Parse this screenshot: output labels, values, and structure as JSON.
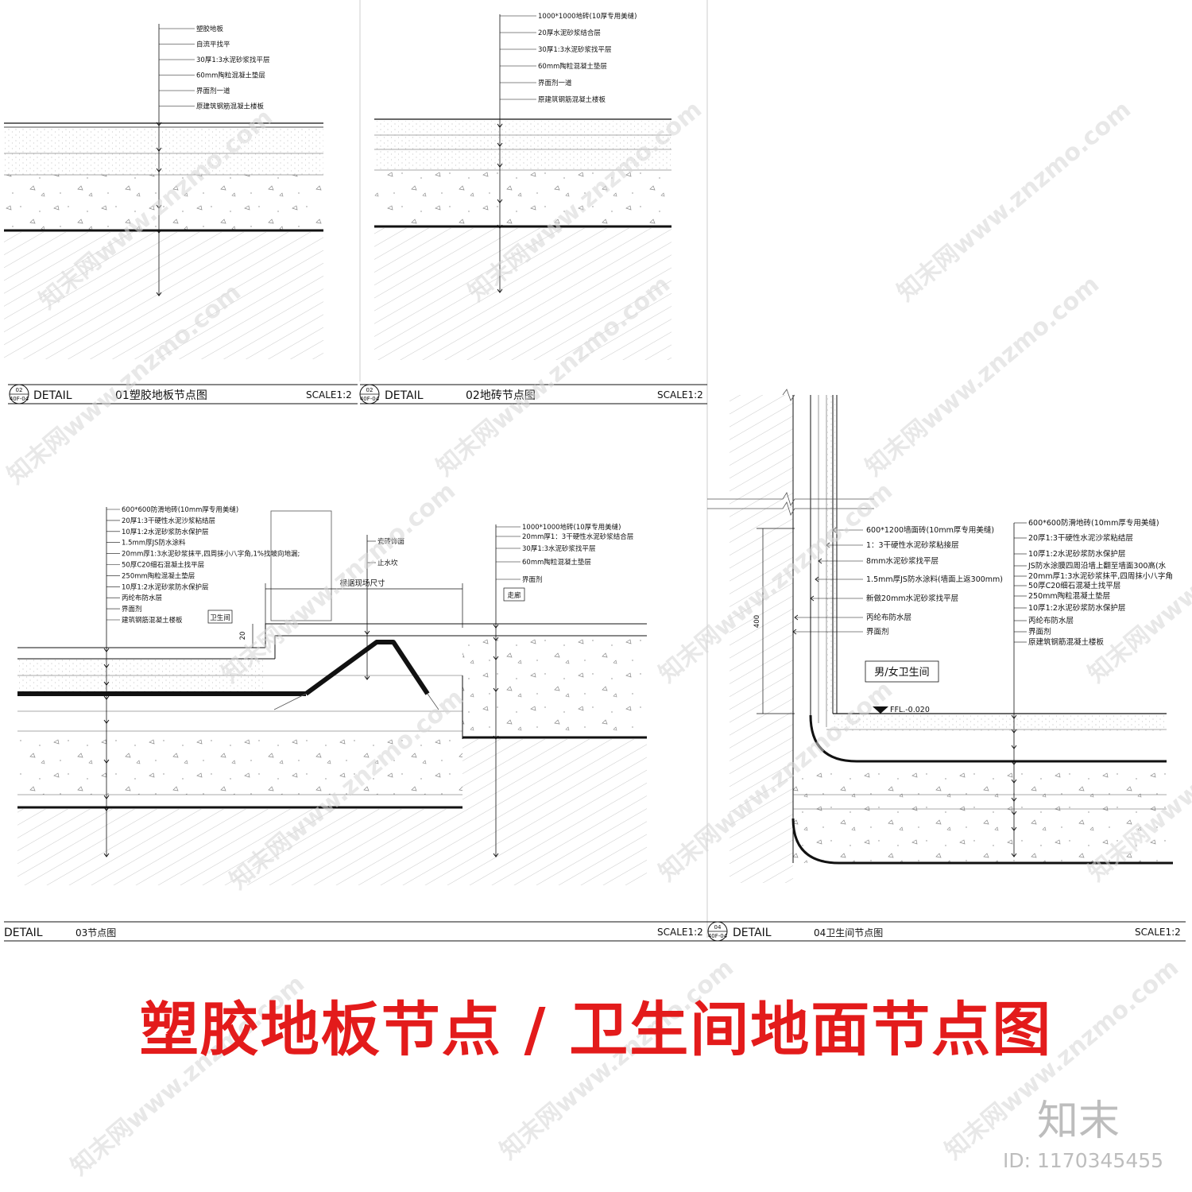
{
  "panels": [
    {
      "circle_top": "02",
      "circle_bottom": "40F-04",
      "detail": "DETAIL",
      "title": "01塑胶地板节点图",
      "scale": "SCALE1:2",
      "labels": [
        "塑胶地板",
        "自流平找平",
        "30厚1:3水泥砂浆找平层",
        "60mm陶粒混凝土垫层",
        "界面剂一道",
        "原建筑钢筋混凝土楼板"
      ]
    },
    {
      "circle_top": "02",
      "circle_bottom": "40F-04",
      "detail": "DETAIL",
      "title": "02地砖节点图",
      "scale": "SCALE1:2",
      "labels": [
        "1000*1000地砖(10厚专用美缝)",
        "20厚水泥砂浆结合层",
        "30厚1:3水泥砂浆找平层",
        "60mm陶粒混凝土垫层",
        "界面剂一道",
        "原建筑钢筋混凝土楼板"
      ]
    },
    {
      "detail": "DETAIL",
      "title": "03节点图",
      "scale": "SCALE1:2",
      "labels_left": [
        "600*600防滑地砖(10mm厚专用美缝)",
        "20厚1:3干硬性水泥沙浆粘结层",
        "10厚1:2水泥砂浆防水保护层",
        "1.5mm厚JS防水涂料",
        "20mm厚1:3水泥砂浆抹平,四周抹小八字角,1%找坡向地漏;",
        "50厚C20细石混凝土找平层",
        "250mm陶粒混凝土垫层",
        "10厚1:2水泥砂浆防水保护层",
        "丙纶布防水层",
        "界面剂",
        "建筑钢筋混凝土楼板"
      ],
      "labels_mid": [
        "瓷砖饰面",
        "止水坎"
      ],
      "labels_right": [
        "1000*1000地砖(10厚专用美缝)",
        "20mm厚1：3干硬性水泥砂浆结合层",
        "30厚1:3水泥砂浆找平层",
        "60mm陶粒混凝土垫层",
        "界面剂"
      ],
      "dim_text": "根据现场尺寸",
      "dim_20": "20",
      "room_left": "卫生间",
      "room_right": "走廊"
    },
    {
      "circle_top": "04",
      "circle_bottom": "40F-04",
      "detail": "DETAIL",
      "title": "04卫生间节点图",
      "scale": "SCALE1:2",
      "labels_wall": [
        "600*1200墙面砖(10mm厚专用美缝)",
        "1：3干硬性水泥砂浆粘接层",
        "8mm水泥砂浆找平层",
        "1.5mm厚JS防水涂料(墙面上返300mm)",
        "新做20mm水泥砂浆找平层",
        "丙纶布防水层",
        "界面剂"
      ],
      "labels_floor": [
        "600*600防滑地砖(10mm厚专用美缝)",
        "20厚1:3干硬性水泥沙浆粘结层",
        "10厚1:2水泥砂浆防水保护层",
        "JS防水涂膜四周沿墙上翻至墙面300高(水",
        "20mm厚1:3水泥砂浆抹平,四周抹小八字角",
        "50厚C20细石混凝土找平层",
        "250mm陶粒混凝土垫层",
        "10厚1:2水泥砂浆防水保护层",
        "丙纶布防水层",
        "界面剂",
        "原建筑钢筋混凝土楼板"
      ],
      "room": "男/女卫生间",
      "ffl": "FFL.-0.020",
      "dim_400": "400"
    }
  ],
  "big_title": "塑胶地板节点 / 卫生间地面节点图",
  "logo": "知末",
  "id_text": "ID: 1170345455",
  "watermark": "知末网www.znzmo.com",
  "colors": {
    "title_red": "#e31b1b",
    "line": "#111111",
    "watermark": "#cfcfcf"
  }
}
